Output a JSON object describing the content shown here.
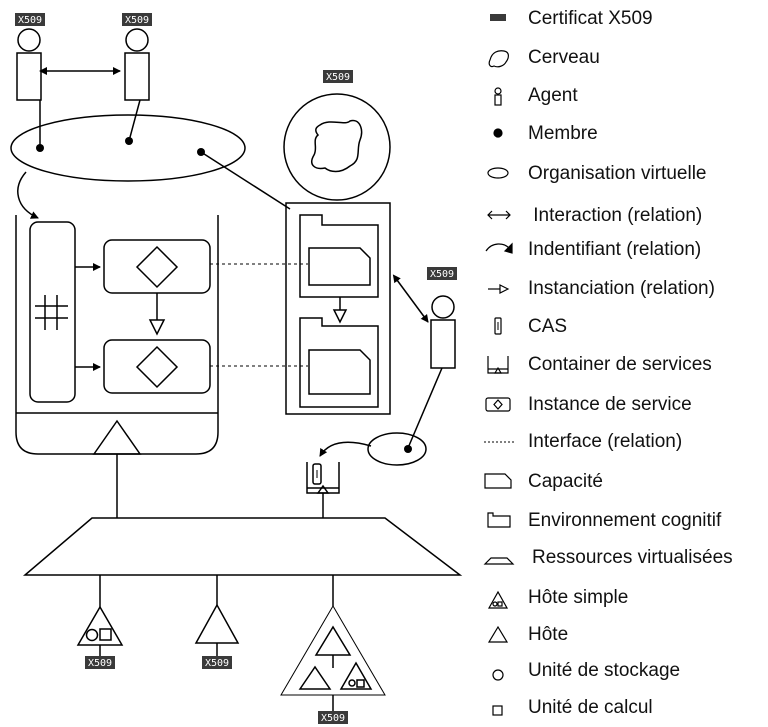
{
  "badge_text": "X509",
  "legend": [
    {
      "icon": "certificate-icon",
      "label": "Certificat X509"
    },
    {
      "icon": "brain-icon",
      "label": "Cerveau"
    },
    {
      "icon": "agent-icon",
      "label": "Agent"
    },
    {
      "icon": "member-dot-icon",
      "label": "Membre"
    },
    {
      "icon": "ellipse-icon",
      "label": "Organisation virtuelle"
    },
    {
      "icon": "double-arrow-icon",
      "label": " Interaction (relation)"
    },
    {
      "icon": "curved-arrow-icon",
      "label": "Indentifiant (relation)"
    },
    {
      "icon": "open-triangle-arrow-icon",
      "label": "Instanciation (relation)"
    },
    {
      "icon": "cas-icon",
      "label": "CAS"
    },
    {
      "icon": "service-container-icon",
      "label": "Container de services"
    },
    {
      "icon": "service-instance-icon",
      "label": "Instance de service"
    },
    {
      "icon": "dotted-line-icon",
      "label": "Interface (relation)"
    },
    {
      "icon": "capacity-icon",
      "label": "Capacité"
    },
    {
      "icon": "folder-icon",
      "label": "Environnement cognitif"
    },
    {
      "icon": "trapezoid-icon",
      "label": "Ressources virtualisées"
    },
    {
      "icon": "simple-host-icon",
      "label": "Hôte simple"
    },
    {
      "icon": "host-triangle-icon",
      "label": "Hôte"
    },
    {
      "icon": "circle-icon",
      "label": "Unité de stockage"
    },
    {
      "icon": "square-icon",
      "label": "Unité de calcul"
    }
  ],
  "colors": {
    "stroke": "#000000",
    "badge_bg": "#3a3a3a",
    "badge_text": "#ffffff"
  }
}
